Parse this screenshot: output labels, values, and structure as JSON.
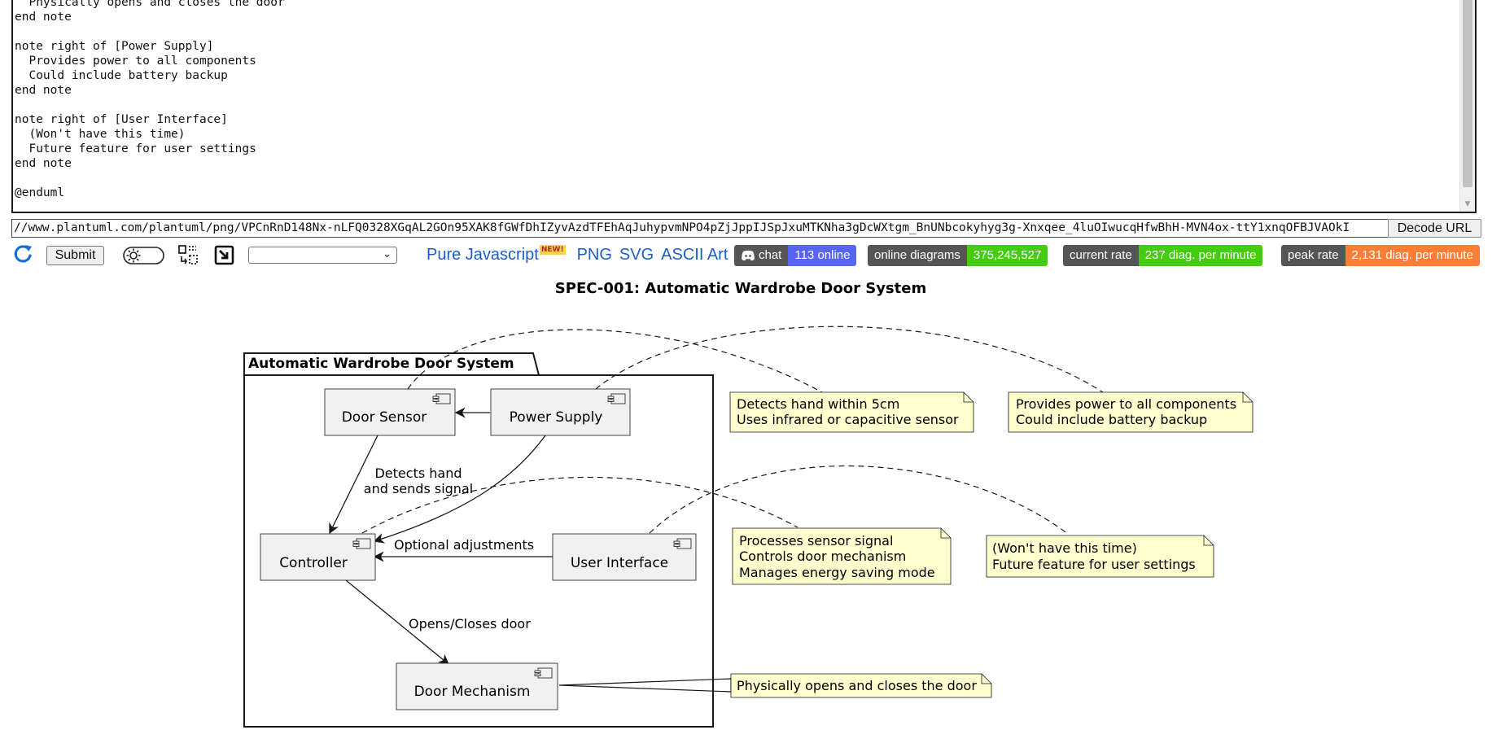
{
  "editor": {
    "lines": [
      "  Physically opens and closes the door",
      "end note",
      "",
      "note right of [Power Supply]",
      "  Provides power to all components",
      "  Could include battery backup",
      "end note",
      "",
      "note right of [User Interface]",
      "  (Won't have this time)",
      "  Future feature for user settings",
      "end note",
      "",
      "@enduml"
    ]
  },
  "url_bar": {
    "value": "//www.plantuml.com/plantuml/png/VPCnRnD148Nx-nLFQ0328XGqAL2GOn95XAK8fGWfDhIZyvAzdTFEhAqJuhypvmNPO4pZjJppIJSpJxuMTKNha3gDcWXtgm_BnUNbcokyhyg3g-Xnxqee_4luOIwucqHfwBhH-MVN4ox-ttY1xnqOFBJVAOkI",
    "decode_label": "Decode URL"
  },
  "toolbar": {
    "submit_label": "Submit",
    "select_value": "",
    "link_pure_js": "Pure Javascript",
    "new_badge": "NEW!",
    "link_png": "PNG",
    "link_svg": "SVG",
    "link_ascii": "ASCII Art",
    "accent_color": "#1a5ec9"
  },
  "badges": {
    "chat_label": "chat",
    "chat_value": "113 online",
    "online_label": "online diagrams",
    "online_value": "375,245,527",
    "current_label": "current rate",
    "current_value": "237 diag. per minute",
    "peak_label": "peak rate",
    "peak_value": "2,131 diag. per minute",
    "colors": {
      "chat": "#5865f2",
      "green": "#44cc11",
      "orange": "#fe7d37",
      "label_bg": "#555555"
    }
  },
  "diagram": {
    "title": "SPEC-001: Automatic Wardrobe Door System",
    "package": "Automatic Wardrobe Door System",
    "components": {
      "door_sensor": "Door Sensor",
      "power_supply": "Power Supply",
      "controller": "Controller",
      "user_interface": "User Interface",
      "door_mechanism": "Door Mechanism"
    },
    "edges": {
      "sensor_controller": [
        "Detects hand",
        "and sends signal"
      ],
      "ui_controller": "Optional adjustments",
      "controller_mechanism": "Opens/Closes door"
    },
    "notes": {
      "sensor": [
        "Detects hand within 5cm",
        "Uses infrared or capacitive sensor"
      ],
      "power": [
        "Provides power to all components",
        "Could include battery backup"
      ],
      "controller": [
        "Processes sensor signal",
        "Controls door mechanism",
        "Manages energy saving mode"
      ],
      "ui": [
        "(Won't have this time)",
        "Future feature for user settings"
      ],
      "mechanism": [
        "Physically opens and closes the door"
      ]
    },
    "colors": {
      "component_fill": "#f1f1f1",
      "note_fill": "#fefece",
      "stroke": "#181818"
    }
  }
}
